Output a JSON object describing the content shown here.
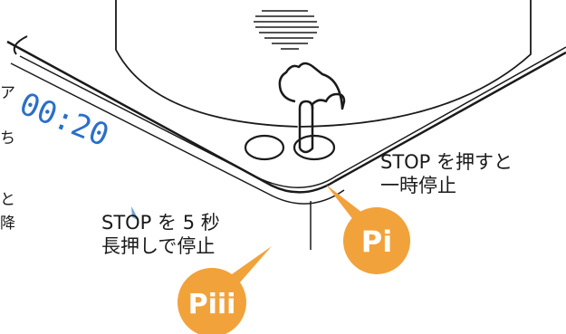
{
  "colors": {
    "badge": "#f2a23a",
    "display": "#2a6fc8",
    "outline": "#1a1a1a"
  },
  "display": {
    "time": "00:20"
  },
  "labels": {
    "stop_pause": [
      "STOP を押すと",
      "一時停止"
    ],
    "stop_hold": [
      "STOP を 5 秒",
      "長押しで停止"
    ]
  },
  "badges": {
    "pi": "Pi",
    "piii": "Piii"
  },
  "edge_text": [
    "ア",
    "ち",
    "と",
    "降"
  ],
  "icons": [
    "pointing-hand-icon",
    "speaker-grille-icon",
    "button-icon"
  ]
}
